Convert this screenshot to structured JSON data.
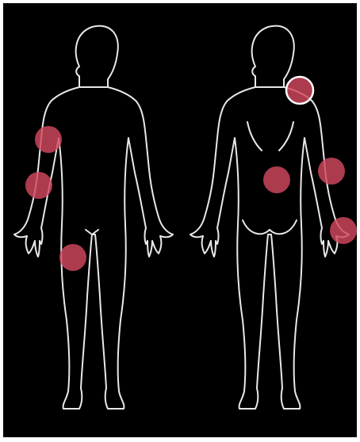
{
  "figures": [
    {
      "view": "front",
      "markers": [
        "upper-arm",
        "forearm",
        "thigh"
      ]
    },
    {
      "view": "back",
      "markers": [
        "shoulder",
        "lower-back",
        "forearm",
        "hand"
      ]
    }
  ],
  "selected_marker": "back-shoulder",
  "colors": {
    "background": "#000000",
    "outline": "#e8e8e8",
    "marker_fill": "#d2485f",
    "marker_opacity": 0.82,
    "selected_ring": "#ffffff"
  }
}
